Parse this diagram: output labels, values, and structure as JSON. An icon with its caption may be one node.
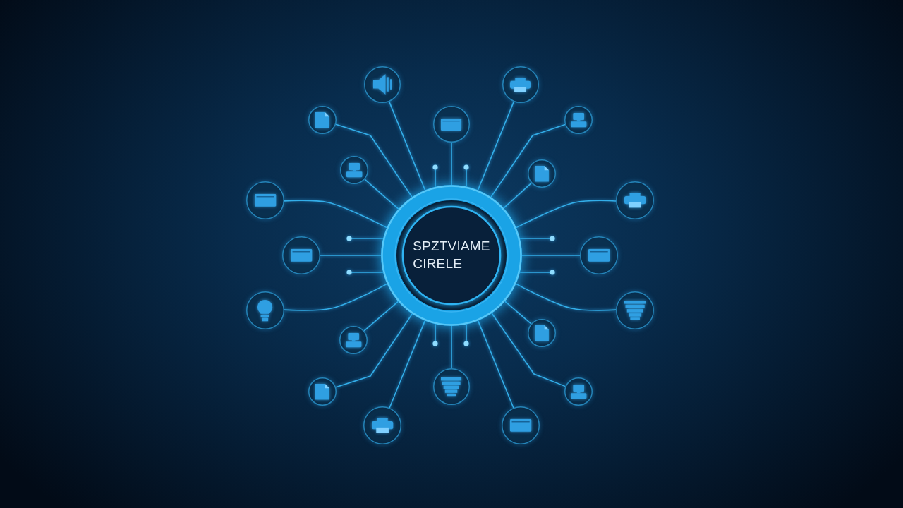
{
  "diagram": {
    "nodes": [
      {
        "text": [
          "SPZTVIAME CIRELE"
        ]
      },
      {
        "text": [],
        "shape": "circle"
      },
      {
        "text": [],
        "shape": "circle"
      },
      {
        "text": [],
        "shape": "circle"
      },
      {
        "text": [],
        "shape": "circle"
      },
      {
        "text": [],
        "shape": "circle"
      },
      {
        "text": [],
        "shape": "circle"
      },
      {
        "text": [],
        "shape": "circle"
      },
      {
        "text": [],
        "shape": "circle"
      },
      {
        "text": [],
        "shape": "circle"
      },
      {
        "text": [],
        "shape": "circle"
      },
      {
        "text": [],
        "shape": "circle"
      },
      {
        "text": [],
        "shape": "circle"
      },
      {
        "text": [],
        "shape": "circle"
      },
      {
        "text": [],
        "shape": "circle"
      },
      {
        "text": [],
        "shape": "circle"
      },
      {
        "text": [],
        "shape": "circle"
      },
      {
        "text": [],
        "shape": "circle"
      },
      {
        "text": [],
        "shape": "circle"
      },
      {
        "text": [],
        "shape": "circle"
      },
      {
        "text": [],
        "shape": "circle"
      }
    ],
    "edges": [
      {
        "from": 0,
        "to": 1,
        "arrow": "none"
      },
      {
        "from": 0,
        "to": 2,
        "arrow": "none"
      },
      {
        "from": 0,
        "to": 3,
        "arrow": "none"
      },
      {
        "from": 0,
        "to": 4,
        "arrow": "none"
      },
      {
        "from": 0,
        "to": 5,
        "arrow": "none"
      },
      {
        "from": 0,
        "to": 6,
        "arrow": "none"
      },
      {
        "from": 0,
        "to": 7,
        "arrow": "none"
      },
      {
        "from": 0,
        "to": 8,
        "arrow": "none"
      },
      {
        "from": 0,
        "to": 9,
        "arrow": "none"
      },
      {
        "from": 0,
        "to": 10,
        "arrow": "none"
      },
      {
        "from": 0,
        "to": 11,
        "arrow": "none"
      },
      {
        "from": 0,
        "to": 12,
        "arrow": "none"
      },
      {
        "from": 0,
        "to": 13,
        "arrow": "none"
      },
      {
        "from": 0,
        "to": 14,
        "arrow": "none"
      },
      {
        "from": 0,
        "to": 15,
        "arrow": "none"
      },
      {
        "from": 0,
        "to": 16,
        "arrow": "none"
      },
      {
        "from": 0,
        "to": 17,
        "arrow": "none"
      },
      {
        "from": 0,
        "to": 18,
        "arrow": "none"
      },
      {
        "from": 0,
        "to": 19,
        "arrow": "none"
      },
      {
        "from": 0,
        "to": 20,
        "arrow": "none"
      },
      {
        "from": 0,
        "to": null,
        "arrow": "other"
      },
      {
        "from": 0,
        "to": null,
        "arrow": "other"
      },
      {
        "from": 0,
        "to": null,
        "arrow": "other"
      },
      {
        "from": 0,
        "to": null,
        "arrow": "other"
      },
      {
        "from": 0,
        "to": null,
        "arrow": "other"
      },
      {
        "from": 0,
        "to": null,
        "arrow": "other"
      },
      {
        "from": 0,
        "to": null,
        "arrow": "other"
      },
      {
        "from": 0,
        "to": null,
        "arrow": "other"
      }
    ]
  }
}
